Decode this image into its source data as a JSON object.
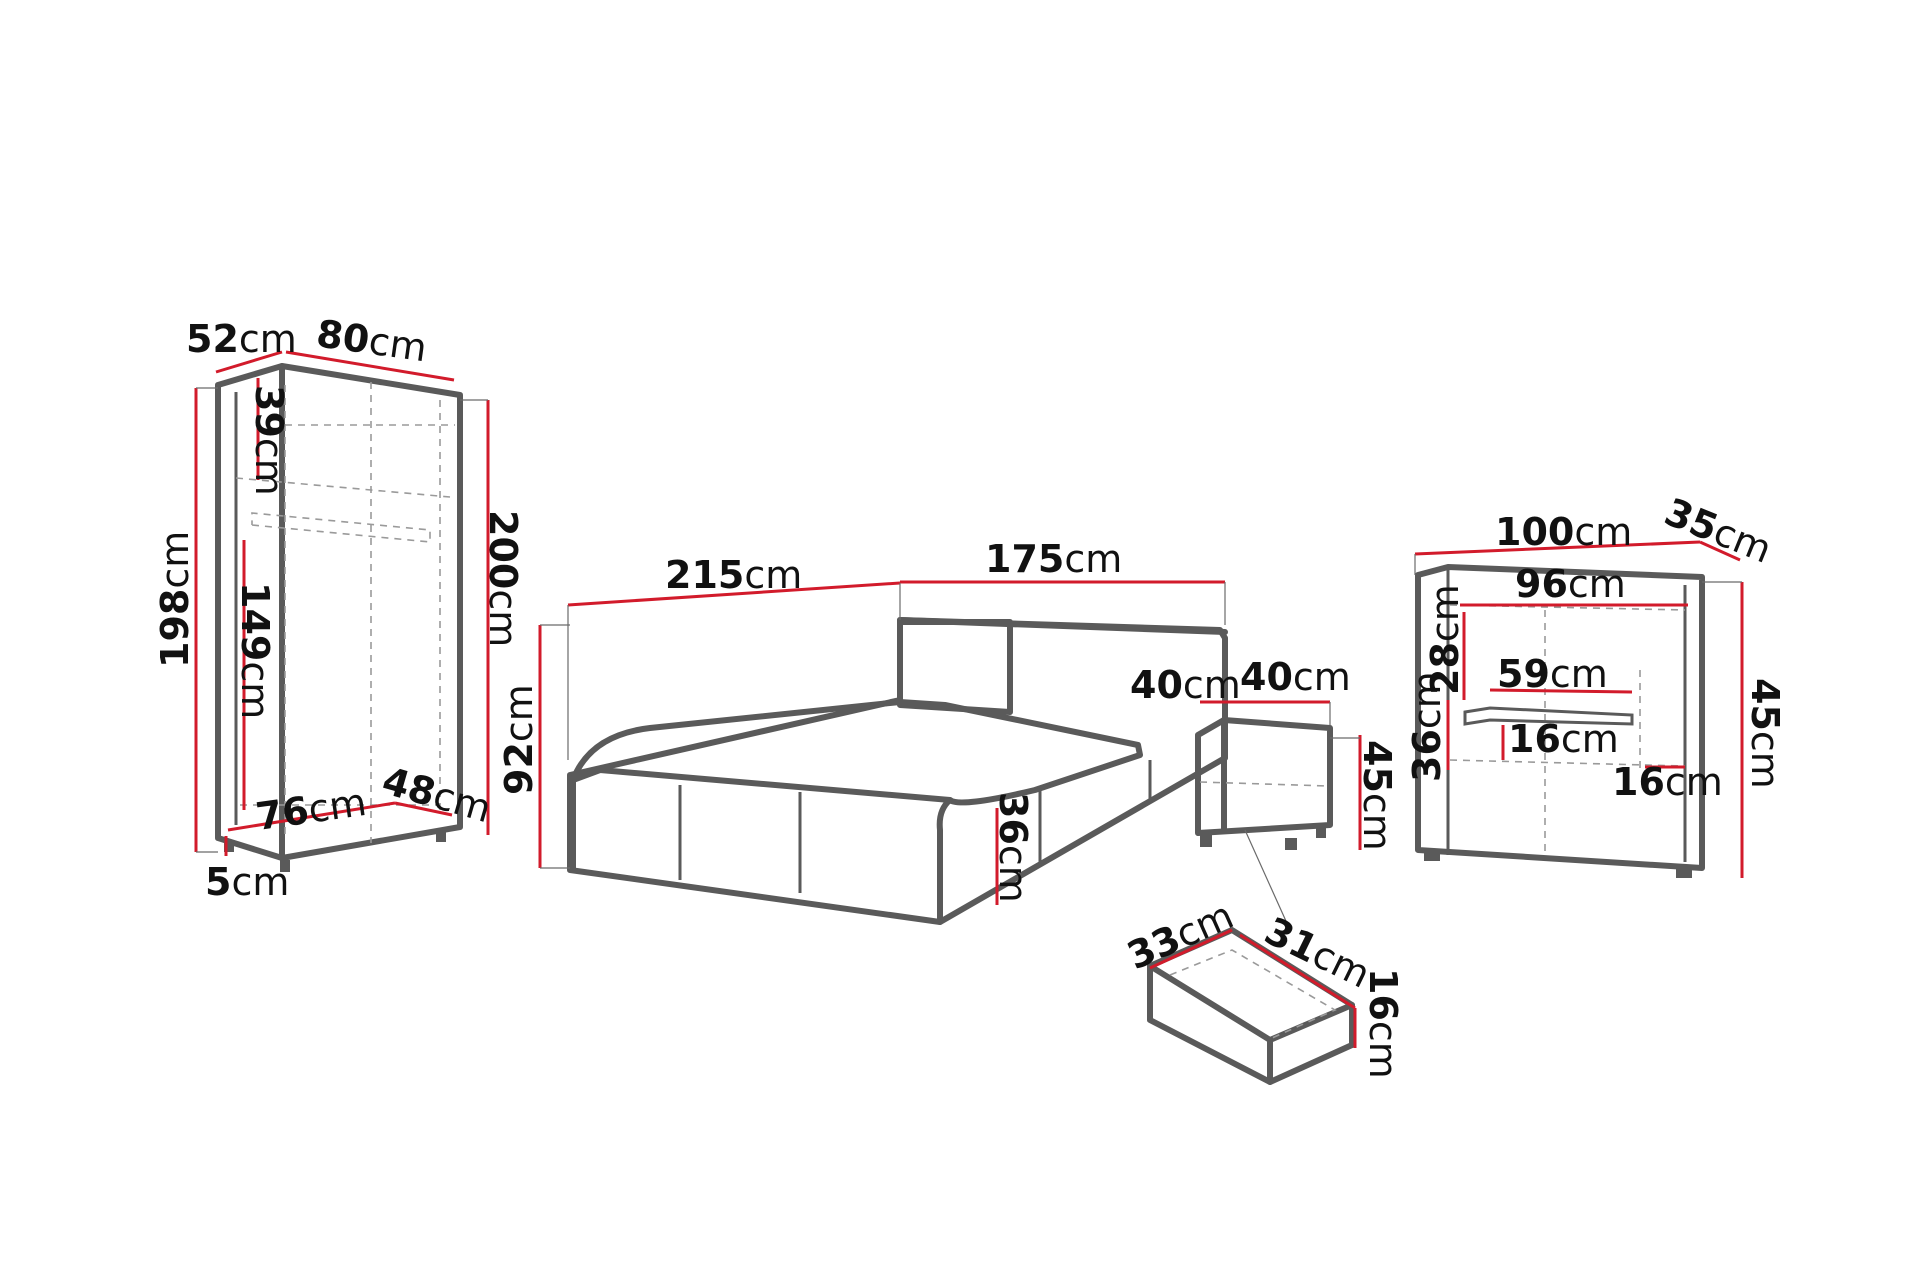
{
  "colors": {
    "dimension_line": "#d21b2b",
    "furniture_outline": "#5a5a5a",
    "background": "#ffffff"
  },
  "wardrobe": {
    "depth": "52",
    "width": "80",
    "top_section": "39",
    "height_inner": "198",
    "height_total": "200",
    "hanging_space": "149",
    "inner_width": "76",
    "inner_depth": "48",
    "leg_height": "5"
  },
  "bed": {
    "length": "215",
    "width": "175",
    "headboard_height": "92",
    "frame_height": "36"
  },
  "nightstand": {
    "depth": "40",
    "width": "40",
    "height": "45"
  },
  "drawer": {
    "width": "33",
    "depth": "31",
    "height": "16"
  },
  "dresser": {
    "width": "100",
    "depth": "35",
    "inner_width": "96",
    "top_shelf": "28",
    "middle_shelf_width": "59",
    "side_height": "36",
    "compartment_height": "16",
    "right_compartment": "16",
    "height": "45"
  },
  "unit": "cm"
}
